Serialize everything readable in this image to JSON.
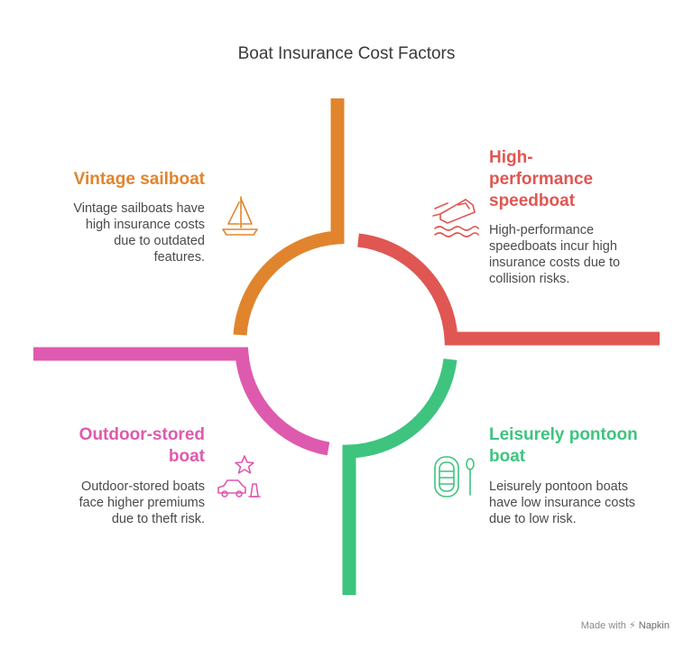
{
  "title": "Boat Insurance Cost Factors",
  "colors": {
    "orange": "#E0852E",
    "red": "#E05652",
    "pink": "#DE5AAE",
    "green": "#3EC47E"
  },
  "quadrants": {
    "top_left": {
      "heading": "Vintage sailboat",
      "description_lines": [
        "Vintage sailboats have",
        "high insurance costs",
        "due to outdated",
        "features."
      ],
      "icon": "sailboat-icon"
    },
    "top_right": {
      "heading_lines": [
        "High-",
        "performance",
        "speedboat"
      ],
      "description_lines": [
        "High-performance",
        "speedboats incur high",
        "insurance costs due to",
        "collision risks."
      ],
      "icon": "speedboat-icon"
    },
    "bottom_left": {
      "heading_lines": [
        "Outdoor-stored",
        "boat"
      ],
      "description_lines": [
        "Outdoor-stored boats",
        "face higher premiums",
        "due to theft risk."
      ],
      "icon": "car-star-icon"
    },
    "bottom_right": {
      "heading_lines": [
        "Leisurely pontoon",
        "boat"
      ],
      "description_lines": [
        "Leisurely pontoon boats",
        "have low insurance costs",
        "due to low risk."
      ],
      "icon": "pontoon-raft-icon"
    }
  },
  "credit": {
    "made_with": "Made with",
    "brand": "Napkin"
  }
}
